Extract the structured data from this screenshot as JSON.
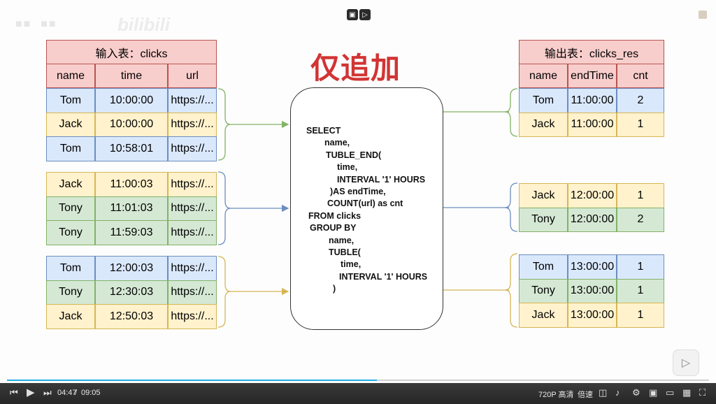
{
  "slide": {
    "title": "仅追加",
    "input_table": {
      "caption": "输入表：clicks",
      "headers": [
        "name",
        "time",
        "url"
      ],
      "groups": [
        [
          [
            "Tom",
            "10:00:00",
            "https://..."
          ],
          [
            "Jack",
            "10:00:00",
            "https://..."
          ],
          [
            "Tom",
            "10:58:01",
            "https://..."
          ]
        ],
        [
          [
            "Jack",
            "11:00:03",
            "https://..."
          ],
          [
            "Tony",
            "11:01:03",
            "https://..."
          ],
          [
            "Tony",
            "11:59:03",
            "https://..."
          ]
        ],
        [
          [
            "Tom",
            "12:00:03",
            "https://..."
          ],
          [
            "Tony",
            "12:30:03",
            "https://..."
          ],
          [
            "Jack",
            "12:50:03",
            "https://..."
          ]
        ]
      ]
    },
    "output_table": {
      "caption": "输出表：clicks_res",
      "headers": [
        "name",
        "endTime",
        "cnt"
      ],
      "groups": [
        [
          [
            "Tom",
            "11:00:00",
            "2"
          ],
          [
            "Jack",
            "11:00:00",
            "1"
          ]
        ],
        [
          [
            "Jack",
            "12:00:00",
            "1"
          ],
          [
            "Tony",
            "12:00:00",
            "2"
          ]
        ],
        [
          [
            "Tom",
            "13:00:00",
            "1"
          ],
          [
            "Tony",
            "13:00:00",
            "1"
          ],
          [
            "Jack",
            "13:00:00",
            "1"
          ]
        ]
      ]
    },
    "sql": [
      "SELECT",
      "name,",
      "TUBLE_END(",
      "time,",
      "INTERVAL '1' HOURS",
      ")AS endTime,",
      "COUNT(url) as cnt",
      "FROM clicks",
      "GROUP BY",
      "name,",
      "TUBLE(",
      "time,",
      "INTERVAL '1' HOURS",
      ")"
    ],
    "colors": {
      "title": "#d23434",
      "header": "#f8cecc",
      "blue": "#dae8fc",
      "yellow": "#fff2cc",
      "green": "#d5e8d4",
      "arrow_group1": "#82b366",
      "arrow_group2": "#6c8ebf",
      "arrow_group3": "#d6b656"
    }
  },
  "player": {
    "watermark": "bilibili",
    "time_current": "04:47",
    "time_separator": "/",
    "time_total": "09:05",
    "progress": 0.527,
    "quality": "720P 高清",
    "speed": "倍速",
    "icons": [
      "prev-icon",
      "play-icon",
      "next-icon",
      "danmaku-icon",
      "settings-icon",
      "pip-icon",
      "widescreen-icon",
      "webfull-icon",
      "fullscreen-icon"
    ]
  }
}
